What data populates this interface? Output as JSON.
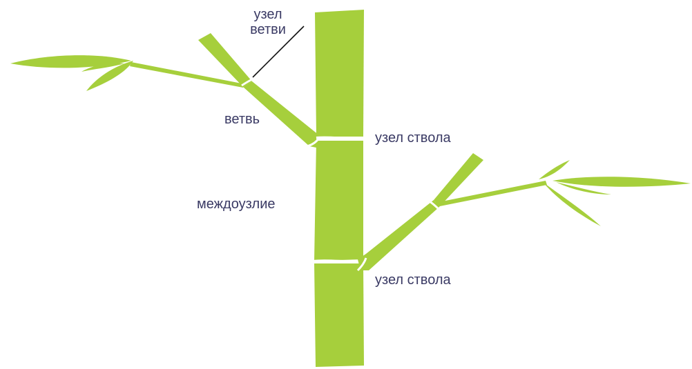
{
  "labels": {
    "branch_node_line1": "узел",
    "branch_node_line2": "ветви",
    "branch": "ветвь",
    "stem_node_1": "узел ствола",
    "internode": "междоузлие",
    "stem_node_2": "узел ствола"
  },
  "colors": {
    "bamboo_green": "#a6cf3c",
    "label_text": "#3a3a64",
    "node_line": "#ffffff",
    "pointer": "#111111"
  }
}
